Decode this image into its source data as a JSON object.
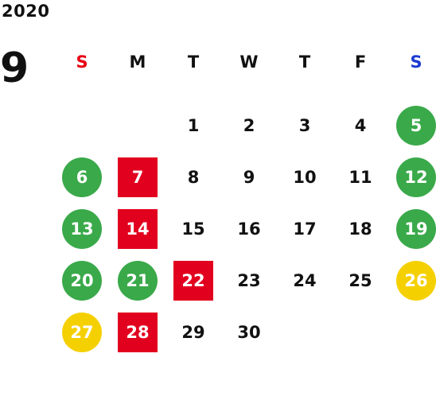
{
  "year": "2020",
  "month": "9",
  "weekdays": [
    {
      "label": "S",
      "color": "#e60012"
    },
    {
      "label": "M",
      "color": "#111111"
    },
    {
      "label": "T",
      "color": "#111111"
    },
    {
      "label": "W",
      "color": "#111111"
    },
    {
      "label": "T",
      "color": "#111111"
    },
    {
      "label": "F",
      "color": "#111111"
    },
    {
      "label": "S",
      "color": "#1d3bd1"
    }
  ],
  "colors": {
    "green": "#3aa94a",
    "red": "#e2001f",
    "yellow": "#f5d000"
  },
  "weeks": [
    [
      {
        "label": "",
        "style": "empty"
      },
      {
        "label": "",
        "style": "empty"
      },
      {
        "label": "1",
        "style": "plain"
      },
      {
        "label": "2",
        "style": "plain"
      },
      {
        "label": "3",
        "style": "plain"
      },
      {
        "label": "4",
        "style": "plain"
      },
      {
        "label": "5",
        "style": "green"
      }
    ],
    [
      {
        "label": "6",
        "style": "green"
      },
      {
        "label": "7",
        "style": "red"
      },
      {
        "label": "8",
        "style": "plain"
      },
      {
        "label": "9",
        "style": "plain"
      },
      {
        "label": "10",
        "style": "plain"
      },
      {
        "label": "11",
        "style": "plain"
      },
      {
        "label": "12",
        "style": "green"
      }
    ],
    [
      {
        "label": "13",
        "style": "green"
      },
      {
        "label": "14",
        "style": "red"
      },
      {
        "label": "15",
        "style": "plain"
      },
      {
        "label": "16",
        "style": "plain"
      },
      {
        "label": "17",
        "style": "plain"
      },
      {
        "label": "18",
        "style": "plain"
      },
      {
        "label": "19",
        "style": "green"
      }
    ],
    [
      {
        "label": "20",
        "style": "green"
      },
      {
        "label": "21",
        "style": "green"
      },
      {
        "label": "22",
        "style": "red"
      },
      {
        "label": "23",
        "style": "plain"
      },
      {
        "label": "24",
        "style": "plain"
      },
      {
        "label": "25",
        "style": "plain"
      },
      {
        "label": "26",
        "style": "yellow"
      }
    ],
    [
      {
        "label": "27",
        "style": "yellow"
      },
      {
        "label": "28",
        "style": "red"
      },
      {
        "label": "29",
        "style": "plain"
      },
      {
        "label": "30",
        "style": "plain"
      },
      {
        "label": "",
        "style": "empty"
      },
      {
        "label": "",
        "style": "empty"
      },
      {
        "label": "",
        "style": "empty"
      }
    ]
  ]
}
